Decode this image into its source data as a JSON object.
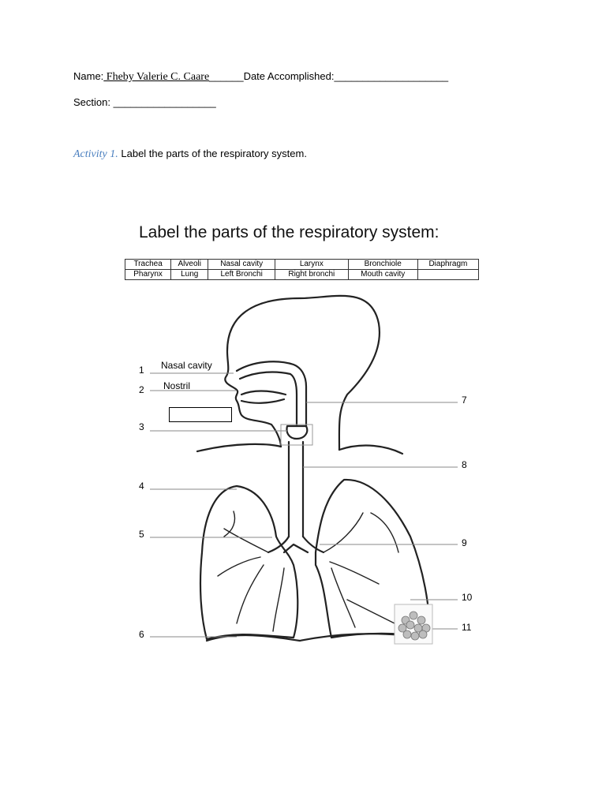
{
  "header": {
    "name_label": "Name:",
    "name_value": " Fheby Valerie C. Caare",
    "name_blank": "______",
    "date_label": "Date Accomplished:",
    "date_blank": "____________________",
    "section_label": "Section:",
    "section_blank": "__________________"
  },
  "activity": {
    "label": "Activity 1.",
    "instruction": "Label the parts of the respiratory system."
  },
  "worksheet": {
    "title": "Label the parts of the respiratory system:",
    "word_bank": [
      [
        "Trachea",
        "Alveoli",
        "Nasal cavity",
        "Larynx",
        "Bronchiole",
        "Diaphragm"
      ],
      [
        "Pharynx",
        "Lung",
        "Left Bronchi",
        "Right bronchi",
        "Mouth cavity",
        ""
      ]
    ],
    "numbers": [
      "1",
      "2",
      "3",
      "4",
      "5",
      "6",
      "7",
      "8",
      "9",
      "10",
      "11"
    ],
    "answers": {
      "a1": "Nasal cavity",
      "a2": "Nostril"
    }
  }
}
